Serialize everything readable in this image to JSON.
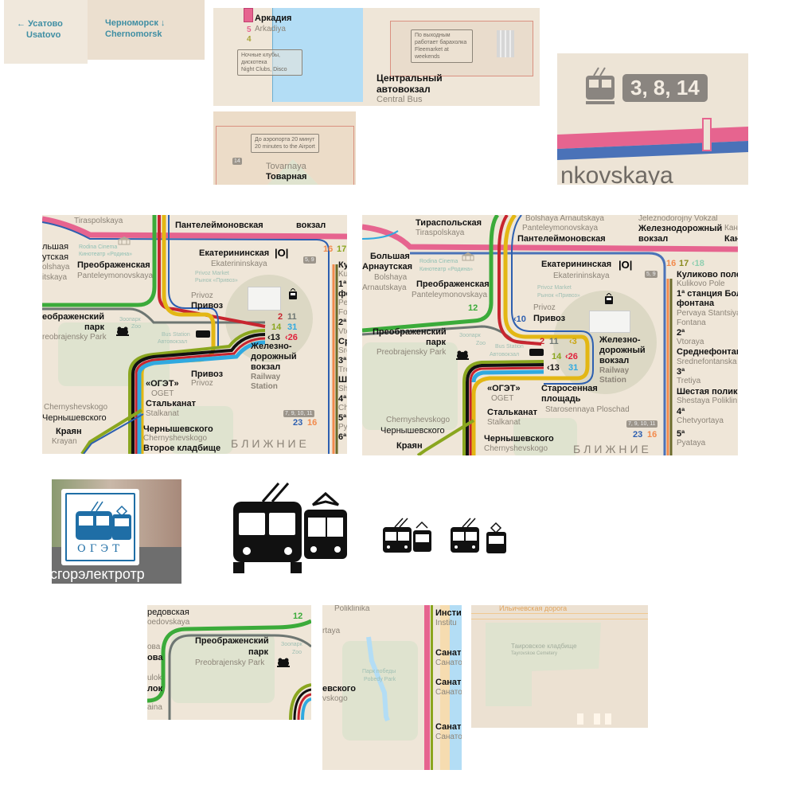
{
  "colors": {
    "pink": "#e6648f",
    "blue_line": "#2d5fb0",
    "green": "#3bab3a",
    "yellow": "#e3b714",
    "red": "#c7252f",
    "cyan": "#30a9e0",
    "black": "#111111",
    "olive": "#8aa61f",
    "gray_line": "#6d7672",
    "orange": "#f28a4c",
    "water": "#b3ddf5",
    "park": "#dfe3cf",
    "map_bg": "#efe6d8",
    "oget_blue": "#1f6ea6"
  },
  "panel_usatovo": {
    "arrow": "←",
    "ru": "Усатово",
    "en": "Usatovo"
  },
  "panel_chernomorsk": {
    "ru": "Черноморск",
    "arrow": "↓",
    "en": "Chernomorsk"
  },
  "panel_arkadia": {
    "station_ru": "Аркадия",
    "station_en": "Arkadiya",
    "routes": [
      "5",
      "4"
    ],
    "note1_ru": "Ночные клубы, дискотека",
    "note1_en": "Night Clubs, Disco",
    "note2_ru": "По выходным работает барахолка",
    "note2_en": "Fleemarket at weekends",
    "bus_ru_1": "Центральный",
    "bus_ru_2": "автовокзал",
    "bus_en": "Central Bus"
  },
  "panel_airport": {
    "note_ru": "До аэропорта 20 минут",
    "note_en": "20 minutes to the Airport",
    "route": "14",
    "station_en": "Tovarnaya",
    "station_ru": "Товарная"
  },
  "panel_trolley": {
    "icon": "trolleybus-icon",
    "routes": "3, 8, 14",
    "station_fragment": "nkovskaya"
  },
  "map_a": {
    "labels": [
      "Tiraspolskaya",
      "Пантелеймоновская",
      "вокзал",
      "льшая",
      "утская",
      "olshaya",
      "itskaya",
      "Rodina Cinema",
      "Кинотеатр «Родина»",
      "Преображенская",
      "Panteleymonovskaya",
      "Екатерининская",
      "Ekaterininskaya",
      "Privoz Market",
      "Рынок «Привоз»",
      "Privoz",
      "Привоз",
      "еображенский",
      "парк",
      "reobrajensky Park",
      "Зоопарк",
      "Zoo",
      "Bus Station",
      "Автовокзал",
      "Железно-",
      "дорожный",
      "вокзал",
      "Railway",
      "Station",
      "Привоз",
      "Privoz",
      "«ОГЭТ»",
      "OGET",
      "Стальканат",
      "Stalkanat",
      "Chernyshevskogo",
      "Чернышевского",
      "Краян",
      "Krayan",
      "Чернышевского",
      "Chernyshevskogo",
      "Второе кладбище",
      "БЛИЖНИЕ"
    ],
    "right_stations": [
      "Кул",
      "Kul",
      "1ª с",
      "фо",
      "Per",
      "Fon",
      "2ª",
      "Vto",
      "Сре",
      "Sre",
      "3ª",
      "Tre",
      "Ше",
      "She",
      "4ª",
      "Che",
      "5ª",
      "Pya",
      "6ª"
    ],
    "routes": {
      "r2": "2",
      "r11": "11",
      "r14": "14",
      "r31": "31",
      "r13": "‹13",
      "r26": "‹26",
      "r16": "16",
      "r17": "17",
      "r23": "23",
      "r16b": "16"
    },
    "plates": [
      "5, 9",
      "7, 9, 10, 11"
    ]
  },
  "map_b": {
    "labels": [
      "Тираспольская",
      "Tiraspolskaya",
      "Bolshaya Arnautskaya",
      "Panteleymonovskaya",
      "Пантелеймоновская",
      "Jeleznodorojny Vokzal",
      "Железнодорожный",
      "вокзал",
      "Кан",
      "Кан",
      "Большая",
      "Арнаутская",
      "Bolshaya",
      "Arnautskaya",
      "Rodina Cinema",
      "Кинотеатр «Родина»",
      "Преображенская",
      "Panteleymonovskaya",
      "Екатерининская",
      "Ekaterininskaya",
      "Privoz Market",
      "Рынок «Привоз»",
      "Privoz",
      "Привоз",
      "Преображенский",
      "парк",
      "Preobrajensky Park",
      "Зоопарк",
      "Zoo",
      "Bus Station",
      "Автовокзал",
      "Железно-",
      "дорожный",
      "вокзал",
      "Railway",
      "Station",
      "«ОГЭТ»",
      "OGET",
      "Старосенная",
      "площадь",
      "Starosennaya Ploschad",
      "Стальканат",
      "Stalkanat",
      "Chernyshevskogo",
      "Чернышевского",
      "Краян",
      "Чернышевского",
      "Chernyshevskogo",
      "БЛИЖНИЕ"
    ],
    "right_stations": [
      "Куликово поле",
      "Kulikovo Pole",
      "1ª станция Бол",
      "фонтана",
      "Pervaya Stantsiya",
      "Fontana",
      "2ª",
      "Vtoraya",
      "Среднефонтан",
      "Srednefontanska",
      "3ª",
      "Tretiya",
      "Шестая полик",
      "Shestaya Poliklin",
      "4ª",
      "Chetvyortaya",
      "5ª",
      "Pyataya"
    ],
    "routes": {
      "r12": "12",
      "r10": "‹10",
      "r2": "2",
      "r11": "11",
      "r3": "‹3",
      "r14": "14",
      "r26": "‹26",
      "r13": "‹13",
      "r31": "31",
      "r16": "16",
      "r17": "17",
      "r18": "‹18",
      "r23": "23",
      "r16b": "16"
    },
    "plates": [
      "5, 9",
      "7, 9, 10, 11"
    ]
  },
  "oget_logo": {
    "text": "ОГЭТ",
    "caption": "сгорэлектротр"
  },
  "icons": [
    "trolleybus-and-tram-icon-large",
    "trolleybus-and-tram-icon-small",
    "trolleybus-and-tram-icon-small-alt"
  ],
  "panel_park": {
    "labels": [
      "редовская",
      "oedovskaya",
      "ова",
      "ова",
      "ulok",
      "лок",
      "aina",
      "Преображенский",
      "парк",
      "Preobrajensky Park",
      "Зоопарк",
      "Zoo"
    ],
    "route": "12"
  },
  "panel_pobedy": {
    "labels": [
      "Poliklinika",
      "rtaya",
      "евского",
      "vskogo",
      "Парк победы",
      "Pobedy Park"
    ],
    "stations": [
      "Инсти",
      "Institu",
      "Санат",
      "Санато",
      "Санат",
      "Санато",
      "Санат",
      "Санато"
    ]
  },
  "panel_cemetery": {
    "road": "Ильичевская дорога",
    "ru": "Таировское кладбище",
    "en": "Tayrovskoe Cemetery"
  }
}
